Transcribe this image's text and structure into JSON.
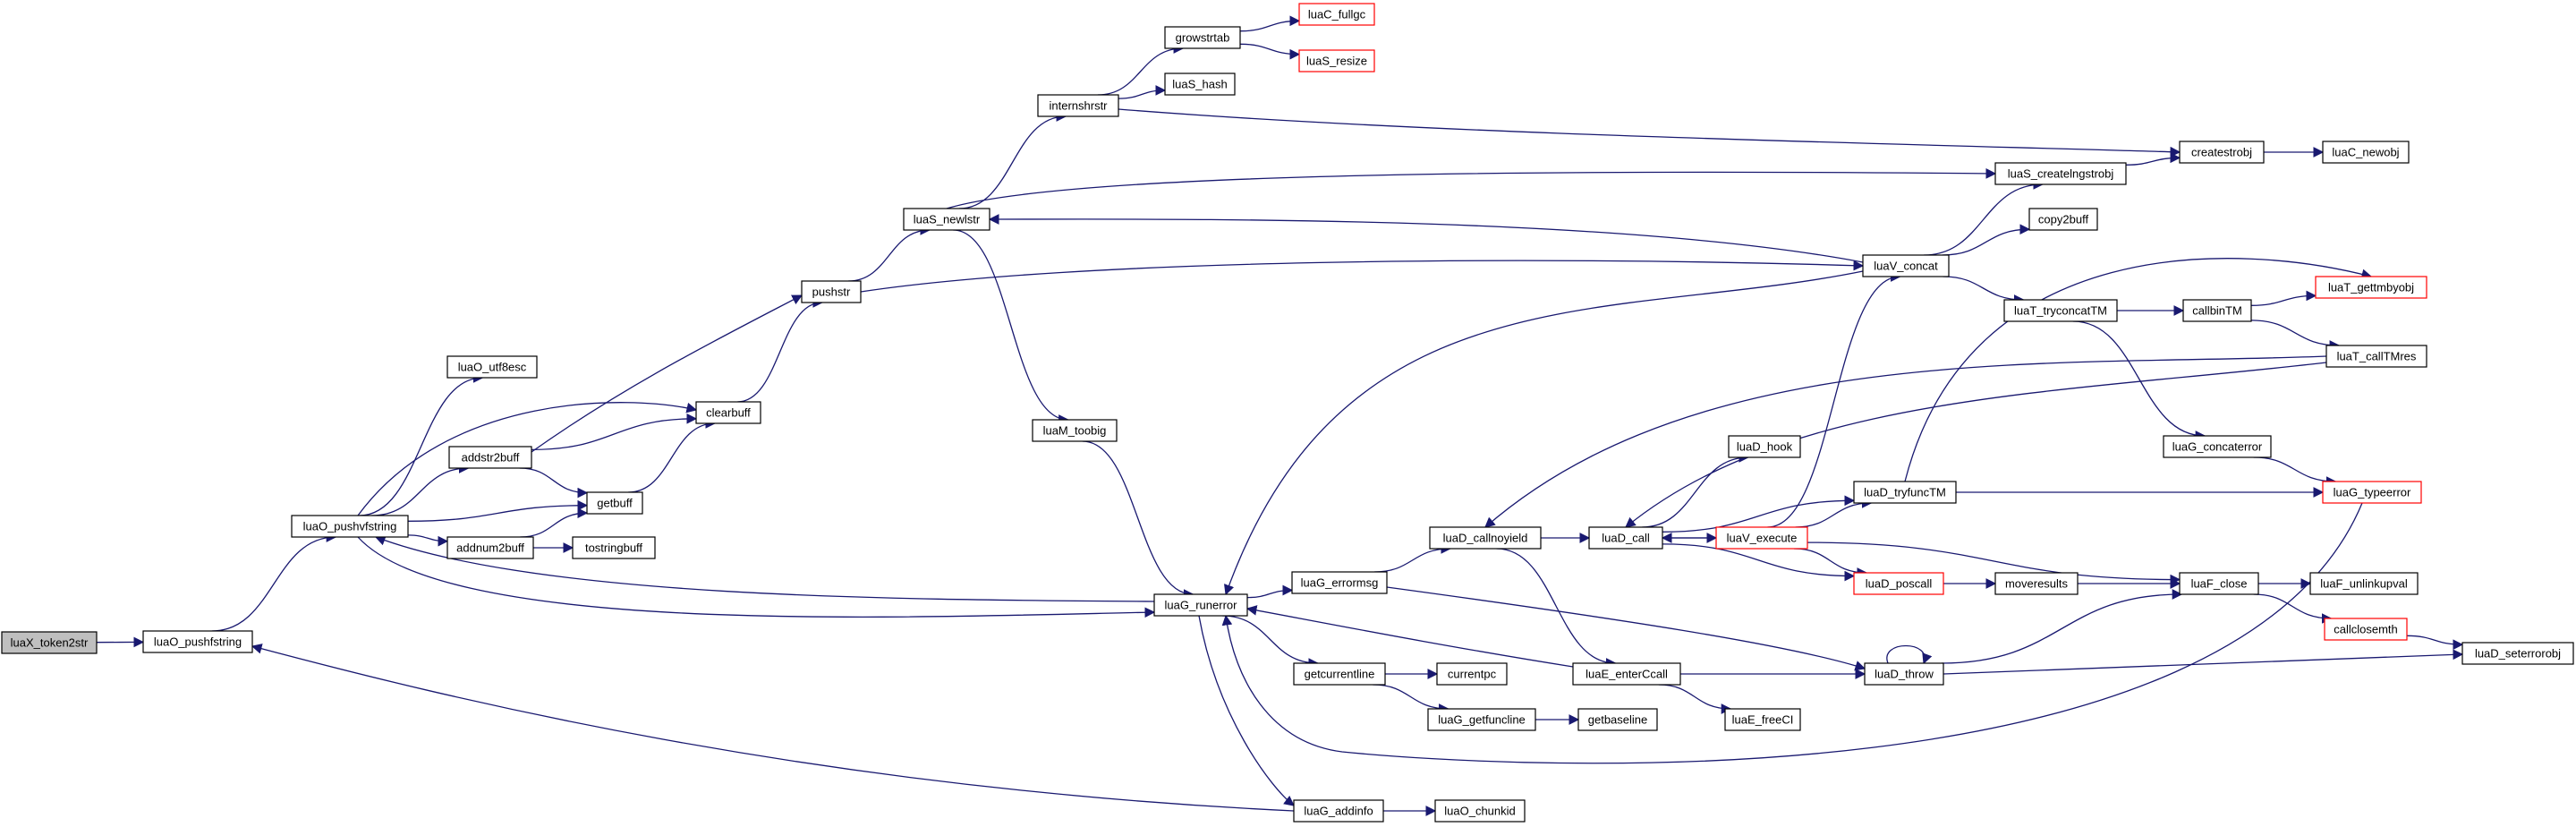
{
  "diagram": {
    "root": "luaX_token2str",
    "nodes": [
      {
        "id": "luaX_token2str",
        "label": "luaX_token2str",
        "style": "root"
      },
      {
        "id": "luaO_pushfstring",
        "label": "luaO_pushfstring",
        "style": "normal"
      },
      {
        "id": "luaO_pushvfstring",
        "label": "luaO_pushvfstring",
        "style": "normal"
      },
      {
        "id": "luaO_utf8esc",
        "label": "luaO_utf8esc",
        "style": "normal"
      },
      {
        "id": "addstr2buff",
        "label": "addstr2buff",
        "style": "normal"
      },
      {
        "id": "addnum2buff",
        "label": "addnum2buff",
        "style": "normal"
      },
      {
        "id": "clearbuff",
        "label": "clearbuff",
        "style": "normal"
      },
      {
        "id": "getbuff",
        "label": "getbuff",
        "style": "normal"
      },
      {
        "id": "tostringbuff",
        "label": "tostringbuff",
        "style": "normal"
      },
      {
        "id": "pushstr",
        "label": "pushstr",
        "style": "normal"
      },
      {
        "id": "luaS_newlstr",
        "label": "luaS_newlstr",
        "style": "normal"
      },
      {
        "id": "internshrstr",
        "label": "internshrstr",
        "style": "normal"
      },
      {
        "id": "growstrtab",
        "label": "growstrtab",
        "style": "normal"
      },
      {
        "id": "luaC_fullgc",
        "label": "luaC_fullgc",
        "style": "red"
      },
      {
        "id": "luaS_resize",
        "label": "luaS_resize",
        "style": "red"
      },
      {
        "id": "luaS_hash",
        "label": "luaS_hash",
        "style": "normal"
      },
      {
        "id": "luaM_toobig",
        "label": "luaM_toobig",
        "style": "normal"
      },
      {
        "id": "luaG_runerror",
        "label": "luaG_runerror",
        "style": "normal"
      },
      {
        "id": "luaS_createlngstrobj",
        "label": "luaS_createlngstrobj",
        "style": "normal"
      },
      {
        "id": "createstrobj",
        "label": "createstrobj",
        "style": "normal"
      },
      {
        "id": "luaC_newobj",
        "label": "luaC_newobj",
        "style": "normal"
      },
      {
        "id": "luaV_concat",
        "label": "luaV_concat",
        "style": "normal"
      },
      {
        "id": "copy2buff",
        "label": "copy2buff",
        "style": "normal"
      },
      {
        "id": "luaT_tryconcatTM",
        "label": "luaT_tryconcatTM",
        "style": "normal"
      },
      {
        "id": "callbinTM",
        "label": "callbinTM",
        "style": "normal"
      },
      {
        "id": "luaT_gettmbyobj",
        "label": "luaT_gettmbyobj",
        "style": "red"
      },
      {
        "id": "luaT_callTMres",
        "label": "luaT_callTMres",
        "style": "normal"
      },
      {
        "id": "luaG_concaterror",
        "label": "luaG_concaterror",
        "style": "normal"
      },
      {
        "id": "luaG_typeerror",
        "label": "luaG_typeerror",
        "style": "red"
      },
      {
        "id": "luaG_errormsg",
        "label": "luaG_errormsg",
        "style": "normal"
      },
      {
        "id": "luaD_callnoyield",
        "label": "luaD_callnoyield",
        "style": "normal"
      },
      {
        "id": "luaD_call",
        "label": "luaD_call",
        "style": "normal"
      },
      {
        "id": "luaD_hook",
        "label": "luaD_hook",
        "style": "normal"
      },
      {
        "id": "luaD_tryfuncTM",
        "label": "luaD_tryfuncTM",
        "style": "normal"
      },
      {
        "id": "luaV_execute",
        "label": "luaV_execute",
        "style": "red"
      },
      {
        "id": "luaD_poscall",
        "label": "luaD_poscall",
        "style": "red"
      },
      {
        "id": "moveresults",
        "label": "moveresults",
        "style": "normal"
      },
      {
        "id": "luaF_close",
        "label": "luaF_close",
        "style": "normal"
      },
      {
        "id": "luaF_unlinkupval",
        "label": "luaF_unlinkupval",
        "style": "normal"
      },
      {
        "id": "callclosemth",
        "label": "callclosemth",
        "style": "red"
      },
      {
        "id": "luaD_seterrorobj",
        "label": "luaD_seterrorobj",
        "style": "normal"
      },
      {
        "id": "luaD_throw",
        "label": "luaD_throw",
        "style": "normal"
      },
      {
        "id": "luaE_enterCcall",
        "label": "luaE_enterCcall",
        "style": "normal"
      },
      {
        "id": "luaE_freeCI",
        "label": "luaE_freeCI",
        "style": "normal"
      },
      {
        "id": "getcurrentline",
        "label": "getcurrentline",
        "style": "normal"
      },
      {
        "id": "currentpc",
        "label": "currentpc",
        "style": "normal"
      },
      {
        "id": "luaG_getfuncline",
        "label": "luaG_getfuncline",
        "style": "normal"
      },
      {
        "id": "getbaseline",
        "label": "getbaseline",
        "style": "normal"
      },
      {
        "id": "luaG_addinfo",
        "label": "luaG_addinfo",
        "style": "normal"
      },
      {
        "id": "luaO_chunkid",
        "label": "luaO_chunkid",
        "style": "normal"
      }
    ],
    "edges": [
      [
        "luaX_token2str",
        "luaO_pushfstring"
      ],
      [
        "luaO_pushfstring",
        "luaO_pushvfstring"
      ],
      [
        "luaO_pushvfstring",
        "luaO_utf8esc"
      ],
      [
        "luaO_pushvfstring",
        "addstr2buff"
      ],
      [
        "luaO_pushvfstring",
        "clearbuff"
      ],
      [
        "luaO_pushvfstring",
        "getbuff"
      ],
      [
        "luaO_pushvfstring",
        "addnum2buff"
      ],
      [
        "luaO_pushvfstring",
        "luaG_runerror"
      ],
      [
        "addstr2buff",
        "clearbuff"
      ],
      [
        "addstr2buff",
        "getbuff"
      ],
      [
        "addstr2buff",
        "pushstr"
      ],
      [
        "addnum2buff",
        "getbuff"
      ],
      [
        "addnum2buff",
        "tostringbuff"
      ],
      [
        "getbuff",
        "clearbuff"
      ],
      [
        "clearbuff",
        "pushstr"
      ],
      [
        "pushstr",
        "luaS_newlstr"
      ],
      [
        "pushstr",
        "luaV_concat"
      ],
      [
        "luaS_newlstr",
        "internshrstr"
      ],
      [
        "luaS_newlstr",
        "luaS_createlngstrobj"
      ],
      [
        "luaS_newlstr",
        "luaM_toobig"
      ],
      [
        "internshrstr",
        "growstrtab"
      ],
      [
        "internshrstr",
        "luaS_hash"
      ],
      [
        "internshrstr",
        "createstrobj"
      ],
      [
        "growstrtab",
        "luaC_fullgc"
      ],
      [
        "growstrtab",
        "luaS_resize"
      ],
      [
        "luaS_createlngstrobj",
        "createstrobj"
      ],
      [
        "createstrobj",
        "luaC_newobj"
      ],
      [
        "luaM_toobig",
        "luaG_runerror"
      ],
      [
        "luaV_concat",
        "luaS_newlstr"
      ],
      [
        "luaV_concat",
        "luaS_createlngstrobj"
      ],
      [
        "luaV_concat",
        "copy2buff"
      ],
      [
        "luaV_concat",
        "luaT_tryconcatTM"
      ],
      [
        "luaV_concat",
        "luaG_runerror"
      ],
      [
        "luaT_tryconcatTM",
        "callbinTM"
      ],
      [
        "luaT_tryconcatTM",
        "luaG_concaterror"
      ],
      [
        "callbinTM",
        "luaT_gettmbyobj"
      ],
      [
        "callbinTM",
        "luaT_callTMres"
      ],
      [
        "luaT_callTMres",
        "luaD_callnoyield"
      ],
      [
        "luaT_callTMres",
        "luaD_call"
      ],
      [
        "luaG_concaterror",
        "luaG_typeerror"
      ],
      [
        "luaG_typeerror",
        "luaG_runerror"
      ],
      [
        "luaG_runerror",
        "luaO_pushvfstring"
      ],
      [
        "luaG_runerror",
        "luaG_errormsg"
      ],
      [
        "luaG_runerror",
        "getcurrentline"
      ],
      [
        "luaG_runerror",
        "luaG_addinfo"
      ],
      [
        "luaG_errormsg",
        "luaD_callnoyield"
      ],
      [
        "luaG_errormsg",
        "luaD_throw"
      ],
      [
        "luaD_callnoyield",
        "luaD_call"
      ],
      [
        "luaD_callnoyield",
        "luaE_enterCcall"
      ],
      [
        "luaD_call",
        "luaD_hook"
      ],
      [
        "luaD_call",
        "luaD_tryfuncTM"
      ],
      [
        "luaD_call",
        "luaV_execute"
      ],
      [
        "luaD_call",
        "luaD_poscall"
      ],
      [
        "luaD_tryfuncTM",
        "luaT_gettmbyobj"
      ],
      [
        "luaD_tryfuncTM",
        "luaG_typeerror"
      ],
      [
        "luaV_execute",
        "luaV_concat"
      ],
      [
        "luaV_execute",
        "luaD_call"
      ],
      [
        "luaV_execute",
        "luaD_tryfuncTM"
      ],
      [
        "luaV_execute",
        "luaD_poscall"
      ],
      [
        "luaV_execute",
        "luaF_close"
      ],
      [
        "luaD_poscall",
        "moveresults"
      ],
      [
        "moveresults",
        "luaF_close"
      ],
      [
        "luaF_close",
        "luaF_unlinkupval"
      ],
      [
        "luaF_close",
        "callclosemth"
      ],
      [
        "callclosemth",
        "luaD_seterrorobj"
      ],
      [
        "luaE_enterCcall",
        "luaG_runerror"
      ],
      [
        "luaE_enterCcall",
        "luaD_throw"
      ],
      [
        "luaE_enterCcall",
        "luaE_freeCI"
      ],
      [
        "luaD_throw",
        "luaD_throw"
      ],
      [
        "luaD_throw",
        "luaF_close"
      ],
      [
        "luaD_throw",
        "luaD_seterrorobj"
      ],
      [
        "getcurrentline",
        "currentpc"
      ],
      [
        "getcurrentline",
        "luaG_getfuncline"
      ],
      [
        "luaG_getfuncline",
        "getbaseline"
      ],
      [
        "luaG_addinfo",
        "luaO_chunkid"
      ],
      [
        "luaG_addinfo",
        "luaO_pushfstring"
      ]
    ]
  }
}
